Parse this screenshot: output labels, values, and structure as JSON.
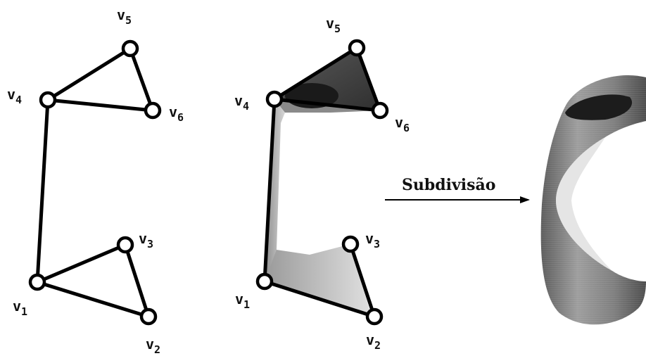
{
  "diagram": {
    "colors": {
      "edge": "#000000",
      "vertex_fill": "#ffffff",
      "surface_light": "#d9d9d9",
      "surface_mid": "#9a9a9a",
      "surface_dark": "#3a3a3a",
      "hole": "#1a1a1a"
    },
    "left_mesh": {
      "labels": {
        "v1": {
          "base": "v",
          "sub": "1"
        },
        "v2": {
          "base": "v",
          "sub": "2"
        },
        "v3": {
          "base": "v",
          "sub": "3"
        },
        "v4": {
          "base": "v",
          "sub": "4"
        },
        "v5": {
          "base": "v",
          "sub": "5"
        },
        "v6": {
          "base": "v",
          "sub": "6"
        }
      }
    },
    "middle_mesh": {
      "labels": {
        "v1": {
          "base": "v",
          "sub": "1"
        },
        "v2": {
          "base": "v",
          "sub": "2"
        },
        "v3": {
          "base": "v",
          "sub": "3"
        },
        "v4": {
          "base": "v",
          "sub": "4"
        },
        "v5": {
          "base": "v",
          "sub": "5"
        },
        "v6": {
          "base": "v",
          "sub": "6"
        }
      }
    },
    "arrow": {
      "label": "Subdivisão"
    },
    "surface": {
      "icon": "subdivided-surface-shape"
    }
  }
}
